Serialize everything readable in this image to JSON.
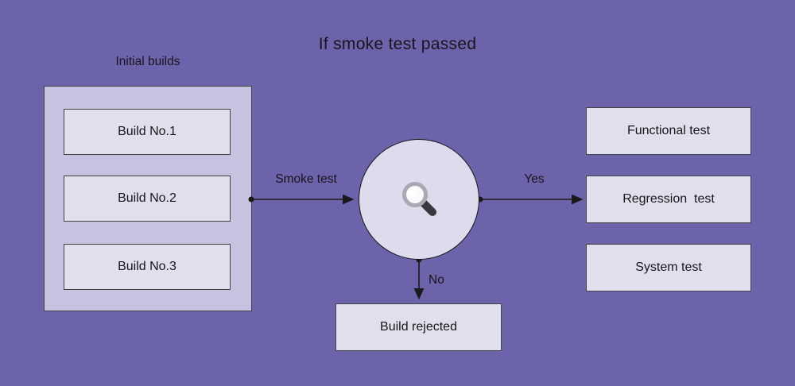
{
  "colors": {
    "background": "#6b64ab",
    "container_fill": "#c6c2df",
    "node_fill": "#e1dfee",
    "circle_fill": "#dedcec",
    "border": "#434343",
    "text": "#16161b",
    "arrow": "#1a1a1a"
  },
  "title": "If smoke test passed",
  "initial_builds": {
    "label": "Initial builds",
    "items": [
      {
        "label": "Build No.1"
      },
      {
        "label": "Build No.2"
      },
      {
        "label": "Build No.3"
      }
    ]
  },
  "decision": {
    "icon": "magnifier-icon"
  },
  "edges": {
    "smoke_test_label": "Smoke test",
    "yes_label": "Yes",
    "no_label": "No"
  },
  "tests": [
    {
      "label": "Functional test"
    },
    {
      "label": "Regression  test"
    },
    {
      "label": "System test"
    }
  ],
  "rejected": {
    "label": "Build rejected"
  }
}
